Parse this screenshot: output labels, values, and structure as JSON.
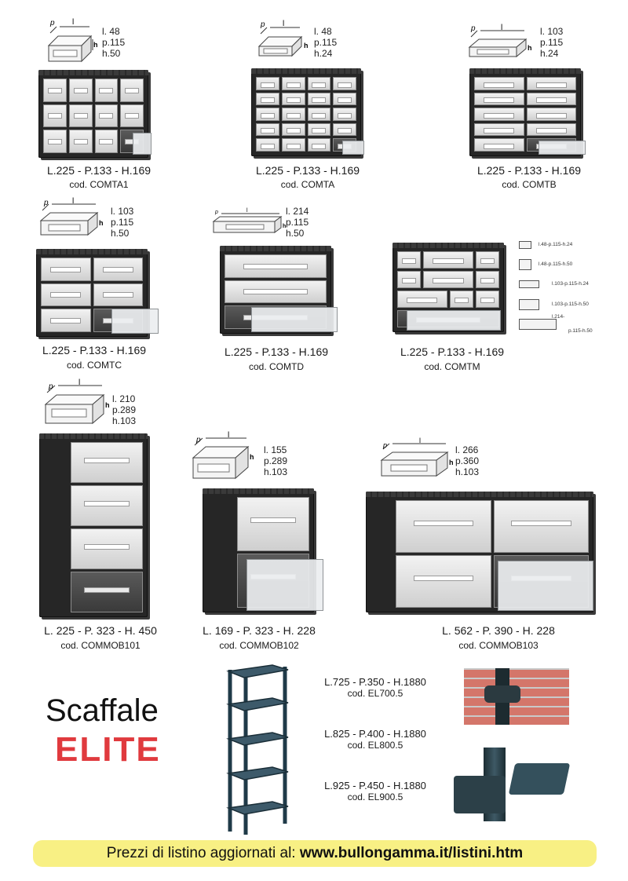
{
  "products": [
    {
      "id": "comta1",
      "dims": [
        "l. 48",
        "p.115",
        "h.50"
      ],
      "size": "L.225 - P.133 - H.169",
      "code": "cod. COMTA1"
    },
    {
      "id": "comta",
      "dims": [
        "l. 48",
        "p.115",
        "h.24"
      ],
      "size": "L.225 - P.133 - H.169",
      "code": "cod. COMTA"
    },
    {
      "id": "comtb",
      "dims": [
        "l. 103",
        "p.115",
        "h.24"
      ],
      "size": "L.225 - P.133 - H.169",
      "code": "cod. COMTB"
    },
    {
      "id": "comtc",
      "dims": [
        "l. 103",
        "p.115",
        "h.50"
      ],
      "size": "L.225 - P.133 - H.169",
      "code": "cod. COMTC"
    },
    {
      "id": "comtd",
      "dims": [
        "l. 214",
        "p.115",
        "h.50"
      ],
      "size": "L.225 - P.133 - H.169",
      "code": "cod. COMTD"
    },
    {
      "id": "comtm",
      "size": "L.225 - P.133 - H.169",
      "code": "cod. COMTM",
      "legend": [
        "l.48-p.115-h.24",
        "l.48-p.115-h.50",
        "l.103-p.115-h.24",
        "l.103-p.115-h.50",
        "l.214-",
        "p.115-h.50"
      ]
    },
    {
      "id": "commob101",
      "dims": [
        "l. 210",
        "p.289",
        "h.103"
      ],
      "size": "L. 225 - P. 323 - H. 450",
      "code": "cod. COMMOB101"
    },
    {
      "id": "commob102",
      "dims": [
        "l. 155",
        "p.289",
        "h.103"
      ],
      "size": "L. 169 - P. 323 - H. 228",
      "code": "cod. COMMOB102"
    },
    {
      "id": "commob103",
      "dims": [
        "l. 266",
        "p.360",
        "h.103"
      ],
      "size": "L. 562 - P. 390 - H. 228",
      "code": "cod. COMMOB103"
    }
  ],
  "diagram_labels": {
    "p": "p",
    "l": "l",
    "h": "h"
  },
  "shelf": {
    "title": "Scaffale",
    "brand": "ELITE",
    "models": [
      {
        "size": "L.725 - P.350 - H.1880",
        "code": "cod. EL700.5"
      },
      {
        "size": "L.825 - P.400 - H.1880",
        "code": "cod. EL800.5"
      },
      {
        "size": "L.925 - P.450 - H.1880",
        "code": "cod. EL900.5"
      }
    ]
  },
  "footer": {
    "text": "Prezzi di listino aggiornati al: ",
    "url": "www.bullongamma.it/listini.htm"
  },
  "colors": {
    "accent_red": "#e03a3e",
    "footer_bg": "#f8f084",
    "cabinet": "#262626"
  }
}
